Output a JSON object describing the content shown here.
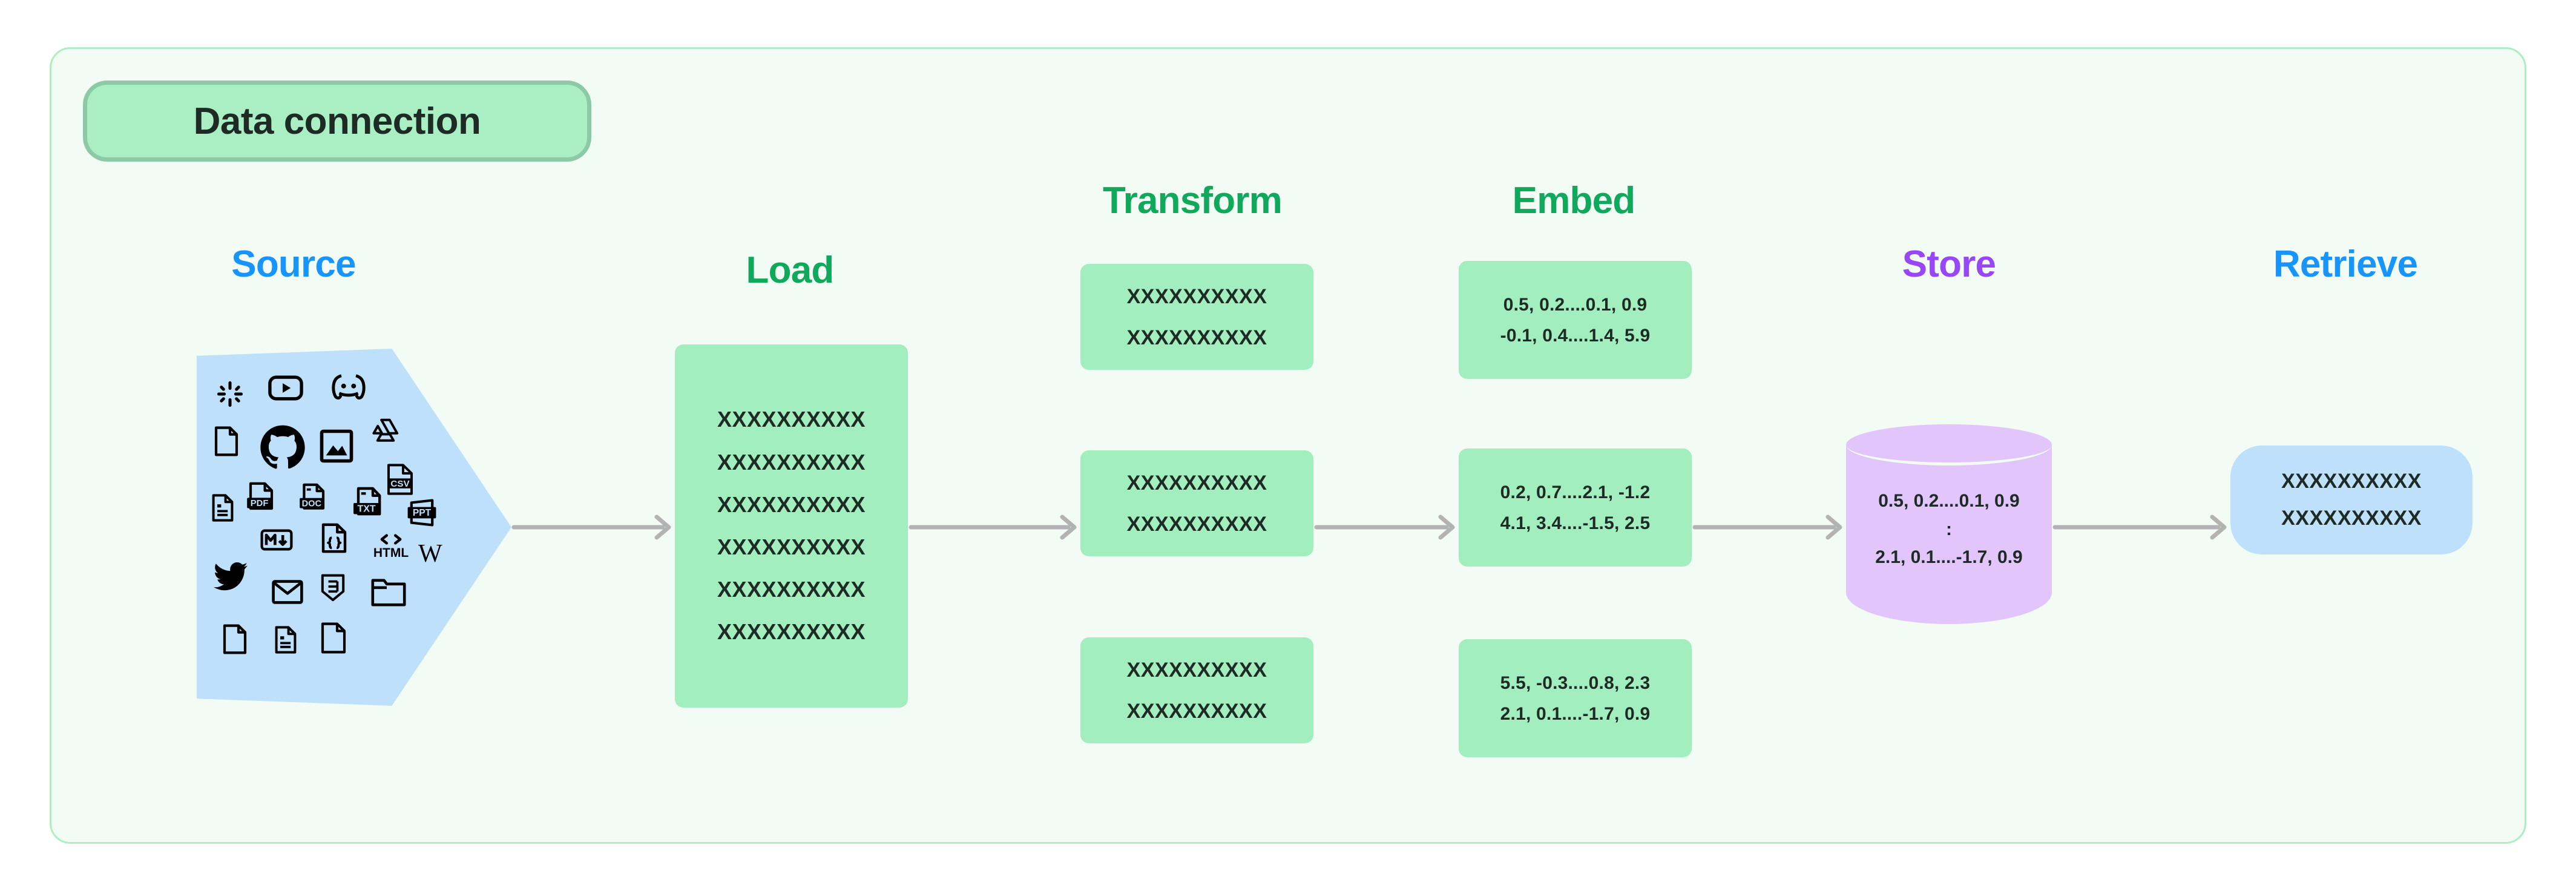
{
  "badge": {
    "label": "Data connection"
  },
  "stages": [
    {
      "key": "source",
      "label": "Source",
      "color": "#1795fc"
    },
    {
      "key": "load",
      "label": "Load",
      "color": "#10a95b"
    },
    {
      "key": "transform",
      "label": "Transform",
      "color": "#10a95b"
    },
    {
      "key": "embed",
      "label": "Embed",
      "color": "#10a95b"
    },
    {
      "key": "store",
      "label": "Store",
      "color": "#9747f7"
    },
    {
      "key": "retrieve",
      "label": "Retrieve",
      "color": "#1795fc"
    }
  ],
  "source": {
    "shape": "pentagon-arrow",
    "fill": "#bfe0fb",
    "icons": [
      "slack-icon",
      "youtube-icon",
      "discord-icon",
      "blank-document-icon",
      "github-icon",
      "image-icon",
      "google-drive-icon",
      "csv-file-icon",
      "text-lines-document-icon",
      "pdf-file-icon",
      "doc-file-icon",
      "txt-file-icon",
      "ppt-file-icon",
      "markdown-icon",
      "json-code-file-icon",
      "html-icon",
      "wikipedia-icon",
      "twitter-icon",
      "email-icon",
      "css3-icon",
      "folder-icon",
      "blank-document-icon",
      "text-lines-document-icon",
      "blank-document-icon"
    ]
  },
  "load": {
    "fill": "#a3eebe",
    "rows": [
      "XXXXXXXXXX",
      "XXXXXXXXXX",
      "XXXXXXXXXX",
      "XXXXXXXXXX",
      "XXXXXXXXXX",
      "XXXXXXXXXX"
    ]
  },
  "transform": {
    "fill": "#a3eebe",
    "cards": [
      {
        "rows": [
          "XXXXXXXXXX",
          "XXXXXXXXXX"
        ]
      },
      {
        "rows": [
          "XXXXXXXXXX",
          "XXXXXXXXXX"
        ]
      },
      {
        "rows": [
          "XXXXXXXXXX",
          "XXXXXXXXXX"
        ]
      }
    ]
  },
  "embed": {
    "fill": "#a3eebe",
    "cards": [
      {
        "rows": [
          "0.5, 0.2....0.1, 0.9",
          "-0.1, 0.4....1.4, 5.9"
        ]
      },
      {
        "rows": [
          "0.2, 0.7....2.1, -1.2",
          "4.1, 3.4....-1.5, 2.5"
        ]
      },
      {
        "rows": [
          "5.5, -0.3....0.8, 2.3",
          "2.1, 0.1....-1.7, 0.9"
        ]
      }
    ]
  },
  "store": {
    "fill": "#e2c6fb",
    "shape": "cylinder",
    "rows": [
      "0.5, 0.2....0.1, 0.9",
      ":",
      "2.1, 0.1....-1.7, 0.9"
    ]
  },
  "retrieve": {
    "fill": "#bfe0fb",
    "shape": "pill",
    "rows": [
      "XXXXXXXXXX",
      "XXXXXXXXXX"
    ]
  },
  "arrows": {
    "count": 5,
    "color": "#b3b3b3",
    "direction": "right"
  },
  "colors": {
    "frame_background": "#f2fcf4",
    "frame_border": "#aeeec2",
    "badge_fill": "#a9efc3",
    "badge_border": "#8cc9a4",
    "green_card": "#a3eebe",
    "blue_card": "#bfe0fb",
    "purple_cylinder": "#e2c6fb",
    "text_dark": "#1e2a24"
  }
}
